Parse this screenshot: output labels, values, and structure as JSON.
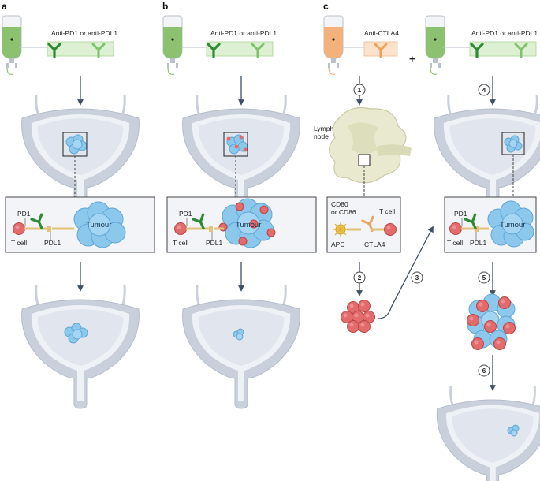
{
  "panels": {
    "a": "a",
    "b": "b",
    "c": "c"
  },
  "drugs": {
    "pd1": {
      "or": "Anti-PD1  or  anti-PDL1"
    },
    "ctla4": "Anti-CTLA4",
    "plus": "+"
  },
  "labels": {
    "pd1": "PD1",
    "pdl1": "PDL1",
    "tcell": "T cell",
    "tumour": "Tumour",
    "lymph1": "Lymph",
    "lymph2": "node",
    "cd80": "CD80",
    "cd86": "or CD86",
    "ctla4": "CTLA4",
    "apc": "APC"
  },
  "steps": [
    "1",
    "2",
    "3",
    "4",
    "5",
    "6"
  ],
  "colors": {
    "green": "#8cc26f",
    "orange": "#f3b27c",
    "bladder": "#c9d0dc",
    "tumour": "#8cc8ec",
    "tcell": "#e46b6b"
  }
}
